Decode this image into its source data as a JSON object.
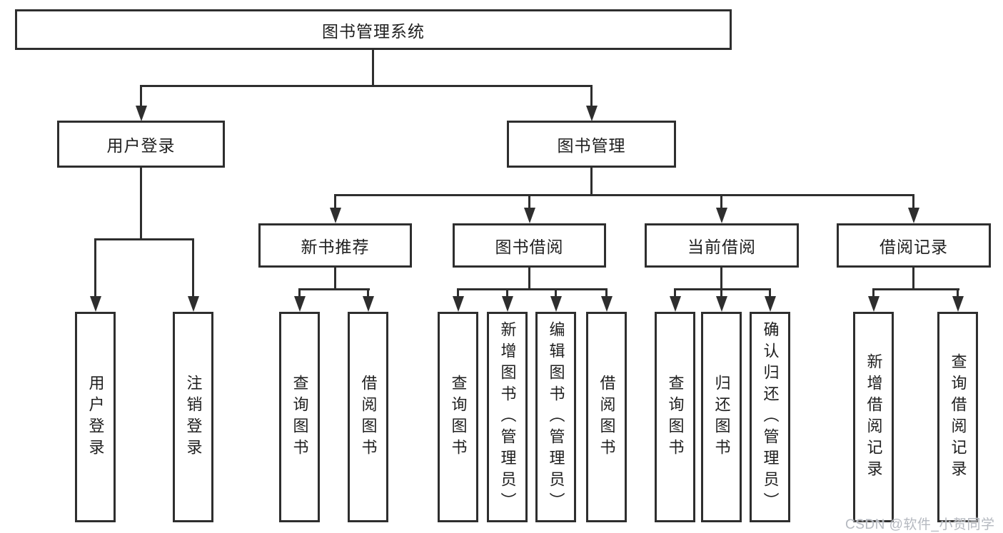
{
  "diagram": {
    "title": "图书管理系统",
    "colors": {
      "line": "#2e2e2e",
      "text": "#1f1f1f",
      "background": "#ffffff",
      "watermark": "#b5b9c0"
    },
    "user_login": {
      "label": "用户登录",
      "children": [
        "用户登录",
        "注销登录"
      ]
    },
    "book_management": {
      "label": "图书管理",
      "sections": [
        {
          "label": "新书推荐",
          "children": [
            "查询图书",
            "借阅图书"
          ]
        },
        {
          "label": "图书借阅",
          "children": [
            "查询图书",
            "新增图书（管理员）",
            "编辑图书（管理员）",
            "借阅图书"
          ]
        },
        {
          "label": "当前借阅",
          "children": [
            "查询图书",
            "归还图书",
            "确认归还（管理员）"
          ]
        },
        {
          "label": "借阅记录",
          "children": [
            "新增借阅记录",
            "查询借阅记录"
          ]
        }
      ]
    }
  },
  "watermark": {
    "text": "CSDN @软件_小贺同学"
  }
}
